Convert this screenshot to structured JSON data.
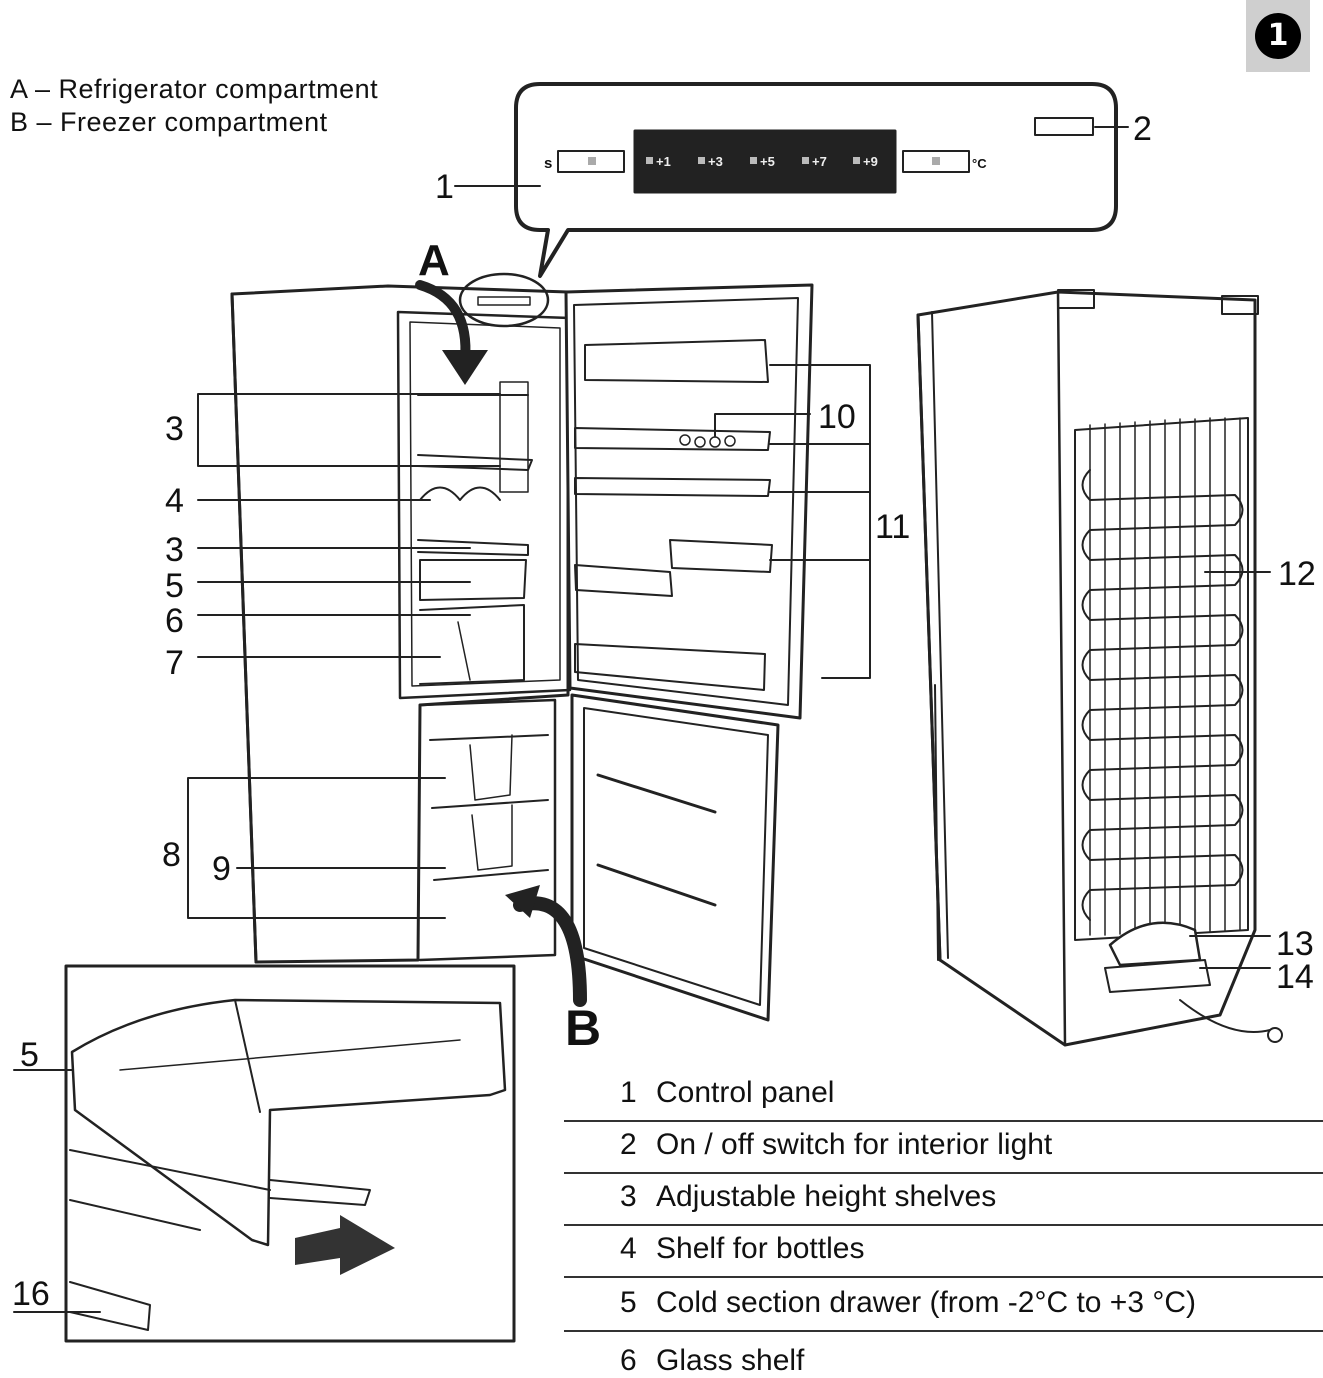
{
  "badge": {
    "label": "1"
  },
  "compartments": [
    {
      "text": "A – Refrigerator compartment"
    },
    {
      "text": "B – Freezer compartment"
    }
  ],
  "control_panel": {
    "s_label": "s",
    "unit_label": "°C",
    "temps": [
      "+1",
      "+3",
      "+5",
      "+7",
      "+9"
    ]
  },
  "arrows": {
    "a": "A",
    "b": "B"
  },
  "callouts": {
    "c1": "1",
    "c2": "2",
    "c3a": "3",
    "c3b": "3",
    "c4": "4",
    "c5": "5",
    "c6": "6",
    "c7": "7",
    "c8": "8",
    "c9": "9",
    "c10": "10",
    "c11": "11",
    "c12": "12",
    "c13": "13",
    "c14": "14",
    "c16": "16",
    "inset5": "5"
  },
  "legend": [
    {
      "num": "1",
      "label": "Control  panel"
    },
    {
      "num": "2",
      "label": "On / off switch for interior light"
    },
    {
      "num": "3",
      "label": "Adjustable height shelves"
    },
    {
      "num": "4",
      "label": "Shelf for bottles"
    },
    {
      "num": "5",
      "label": "Cold section drawer (from -2°C to +3 °C)"
    },
    {
      "num": "6",
      "label": "Glass shelf"
    }
  ]
}
